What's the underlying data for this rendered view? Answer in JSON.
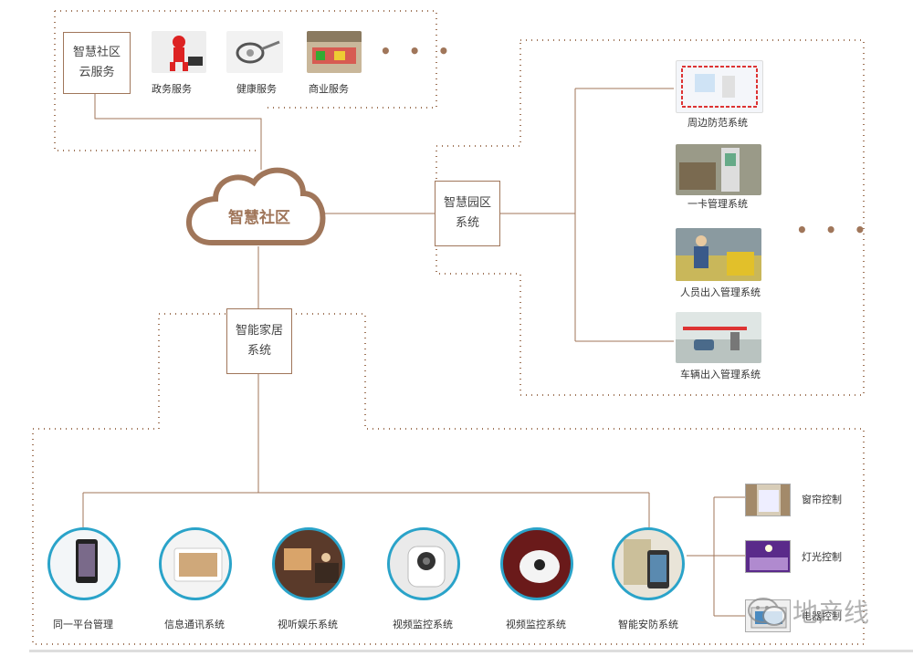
{
  "cloud_service": {
    "title_line1": "智慧社区",
    "title_line2": "云服务",
    "items": [
      {
        "label": "政务服务",
        "icon": "government-figure-icon"
      },
      {
        "label": "健康服务",
        "icon": "health-device-icon"
      },
      {
        "label": "商业服务",
        "icon": "shopping-cart-icon"
      }
    ],
    "more": "• • •"
  },
  "center": {
    "label": "智慧社区"
  },
  "park": {
    "title_line1": "智慧园区",
    "title_line2": "系统",
    "items": [
      {
        "label": "周边防范系统"
      },
      {
        "label": "一卡管理系统"
      },
      {
        "label": "人员出入管理系统"
      },
      {
        "label": "车辆出入管理系统"
      }
    ],
    "more": "• • •"
  },
  "home": {
    "title_line1": "智能家居",
    "title_line2": "系统",
    "items": [
      {
        "label": "同一平台管理"
      },
      {
        "label": "信息通讯系统"
      },
      {
        "label": "视听娱乐系统"
      },
      {
        "label": "视频监控系统"
      },
      {
        "label": "视频监控系统"
      },
      {
        "label": "智能安防系统"
      }
    ],
    "controls": [
      {
        "label": "窗帘控制"
      },
      {
        "label": "灯光控制"
      },
      {
        "label": "电器控制"
      }
    ]
  },
  "watermark": {
    "text": "地产线"
  },
  "colors": {
    "line": "#a0765a",
    "dot_border": "#a0765a",
    "circle_ring": "#2aa3c9"
  }
}
